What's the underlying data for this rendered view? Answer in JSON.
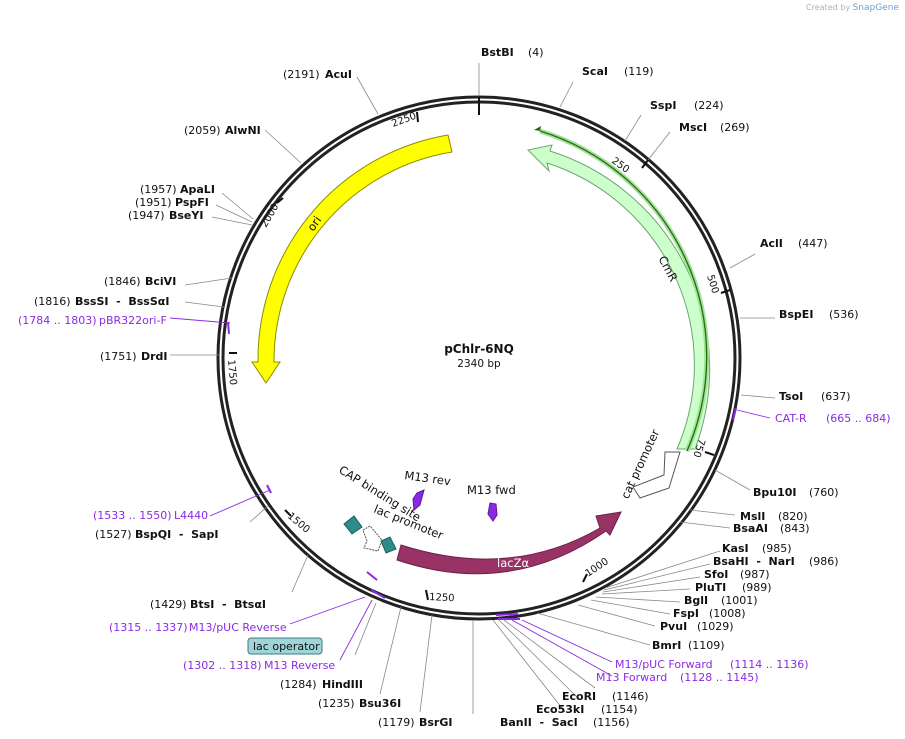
{
  "app": {
    "watermark_prefix": "Created by",
    "watermark_brand": "SnapGene"
  },
  "plasmid": {
    "name": "pChlr-6NQ",
    "length_label": "2340 bp",
    "length": 2340
  },
  "ticks": [
    {
      "bp": 250,
      "label": "250"
    },
    {
      "bp": 500,
      "label": "500"
    },
    {
      "bp": 750,
      "label": "750"
    },
    {
      "bp": 1000,
      "label": "1000"
    },
    {
      "bp": 1250,
      "label": "1250"
    },
    {
      "bp": 1500,
      "label": "1500"
    },
    {
      "bp": 1750,
      "label": "1750"
    },
    {
      "bp": 2000,
      "label": "2000"
    },
    {
      "bp": 2250,
      "label": "2250"
    }
  ],
  "features": [
    {
      "id": "ori",
      "label": "ori",
      "color": "#ffff00",
      "stroke": "#8c8c00"
    },
    {
      "id": "CmR",
      "label": "CmR",
      "color": "#ccffcc",
      "stroke": "#6ea66e"
    },
    {
      "id": "cat-promoter",
      "label": "cat promoter",
      "color": "#ffffff",
      "stroke": "#555555"
    },
    {
      "id": "lacZa",
      "label": "lacZα",
      "color": "#993366",
      "stroke": "#6d1f49"
    },
    {
      "id": "lac-promoter",
      "label": "lac promoter",
      "color": "#ffffff",
      "stroke": "#555555"
    },
    {
      "id": "CAP-binding-site",
      "label": "CAP binding site",
      "color": "#2e8b8b",
      "stroke": "#1e5f5f"
    },
    {
      "id": "M13-rev",
      "label": "M13 rev",
      "color": "#8a2be2",
      "stroke": "#5a1a9a"
    },
    {
      "id": "M13-fwd",
      "label": "M13 fwd",
      "color": "#8a2be2",
      "stroke": "#5a1a9a"
    }
  ],
  "highlight": {
    "label": "lac operator",
    "bg": "#9fd4d8",
    "border": "#3b7d82"
  },
  "sites": [
    {
      "name": "BstBI",
      "pos": "(4)"
    },
    {
      "name": "ScaI",
      "pos": "(119)"
    },
    {
      "name": "SspI",
      "pos": "(224)"
    },
    {
      "name": "MscI",
      "pos": "(269)"
    },
    {
      "name": "AclI",
      "pos": "(447)"
    },
    {
      "name": "BspEI",
      "pos": "(536)"
    },
    {
      "name": "TsoI",
      "pos": "(637)"
    },
    {
      "name": "Bpu10I",
      "pos": "(760)"
    },
    {
      "name": "MslI",
      "pos": "(820)"
    },
    {
      "name": "BsaAI",
      "pos": "(843)"
    },
    {
      "name": "KasI",
      "pos": "(985)"
    },
    {
      "name": "BsaHI  -  NarI",
      "pos": "(986)"
    },
    {
      "name": "SfoI",
      "pos": "(987)"
    },
    {
      "name": "PluTI",
      "pos": "(989)"
    },
    {
      "name": "BglI",
      "pos": "(1001)"
    },
    {
      "name": "FspI",
      "pos": "(1008)"
    },
    {
      "name": "PvuI",
      "pos": "(1029)"
    },
    {
      "name": "BmrI",
      "pos": "(1109)"
    },
    {
      "name": "EcoRI",
      "pos": "(1146)"
    },
    {
      "name": "Eco53kI",
      "pos": "(1154)"
    },
    {
      "name": "BanII  -  SacI",
      "pos": "(1156)"
    },
    {
      "name": "BsrGI",
      "pos": "(1179)"
    },
    {
      "name": "Bsu36I",
      "pos": "(1235)"
    },
    {
      "name": "HindIII",
      "pos": "(1284)"
    },
    {
      "name": "BtsI  -  BtsαI",
      "pos": "(1429)"
    },
    {
      "name": "BspQI  -  SapI",
      "pos": "(1527)"
    },
    {
      "name": "DrdI",
      "pos": "(1751)"
    },
    {
      "name": "BssSI  -  BssSαI",
      "pos": "(1816)"
    },
    {
      "name": "BciVI",
      "pos": "(1846)"
    },
    {
      "name": "BseYI",
      "pos": "(1947)"
    },
    {
      "name": "PspFI",
      "pos": "(1951)"
    },
    {
      "name": "ApaLI",
      "pos": "(1957)"
    },
    {
      "name": "AlwNI",
      "pos": "(2059)"
    },
    {
      "name": "AcuI",
      "pos": "(2191)"
    }
  ],
  "primers": [
    {
      "name": "CAT-R",
      "range": "(665 .. 684)"
    },
    {
      "name": "M13/pUC Forward",
      "range": "(1114 .. 1136)"
    },
    {
      "name": "M13 Forward",
      "range": "(1128 .. 1145)"
    },
    {
      "name": "M13 Reverse",
      "range": "(1302 .. 1318)"
    },
    {
      "name": "M13/pUC Reverse",
      "range": "(1315 .. 1337)"
    },
    {
      "name": "L4440",
      "range": "(1533 .. 1550)"
    },
    {
      "name": "pBR322ori-F",
      "range": "(1784 .. 1803)"
    }
  ],
  "colors": {
    "backbone": "#222222",
    "primer": "#8a2be2",
    "leader": "#888888"
  }
}
